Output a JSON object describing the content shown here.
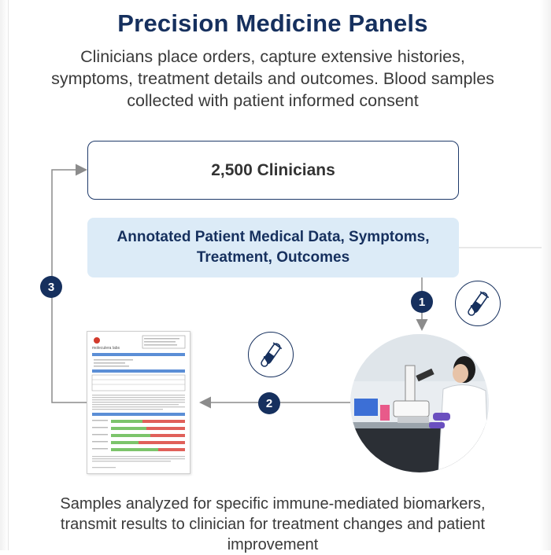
{
  "header": {
    "title": "Precision Medicine Panels",
    "subtitle": "Clinicians place orders, capture extensive histories, symptoms, treatment details and outcomes. Blood samples collected with patient informed consent"
  },
  "boxes": {
    "clinicians": "2,500 Clinicians",
    "patient_data": "Annotated Patient Medical Data, Symptoms, Treatment, Outcomes"
  },
  "steps": [
    "1",
    "2",
    "3"
  ],
  "report_brand": "moleculera labs",
  "footer": "Samples analyzed for specific immune-mediated biomarkers, transmit results to clinician for treatment changes and patient improvement",
  "icons": {
    "sample_tubes_1": "blood-sample-tubes-icon",
    "sample_tubes_2": "blood-sample-tubes-icon"
  },
  "colors": {
    "navy": "#16305e",
    "light_blue": "#dcebf7",
    "text_gray": "#3a3a3a"
  }
}
